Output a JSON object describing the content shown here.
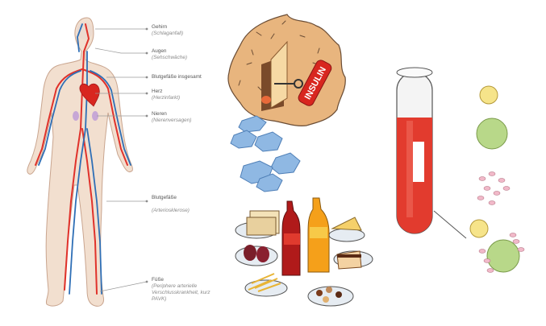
{
  "labels": [
    {
      "id": "gehirn",
      "title": "Gehirn",
      "sub": "(Schlaganfall)"
    },
    {
      "id": "augen",
      "title": "Augen",
      "sub": "(Sehschwäche)"
    },
    {
      "id": "blutgefaesse-insgesamt",
      "title": "Blutgefäße insgesamt",
      "sub": ""
    },
    {
      "id": "herz",
      "title": "Herz",
      "sub": "(Herzinfarkt)"
    },
    {
      "id": "nieren",
      "title": "Nieren",
      "sub": "(Nierenversagen)"
    },
    {
      "id": "blutgefaesse",
      "title": "Blutgefäße",
      "sub": "(Arteriosklerose)"
    },
    {
      "id": "fuesse",
      "title": "Füße",
      "sub": "(Periphere arterielle Verschlusskrankheit, kurz PAVK)"
    }
  ],
  "insulin_label": "INSULIN",
  "colors": {
    "artery": "#e0322b",
    "vein": "#2f6fb6",
    "skin": "#f2dfcf",
    "cell": "#e8b57e",
    "hexagon": "#8fb8e3",
    "blood": "#e23b2e",
    "yellow_cell": "#f6e48a",
    "green_cell": "#b8d889",
    "pink_cell": "#f1b9c9"
  }
}
